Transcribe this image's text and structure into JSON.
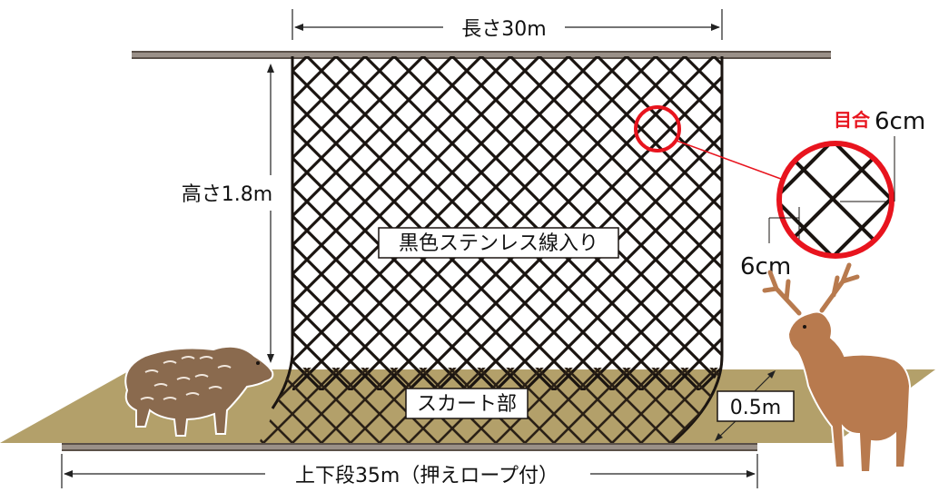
{
  "labels": {
    "length_top": "長さ30m",
    "height": "高さ1.8m",
    "material": "黒色ステンレス線入り",
    "skirt": "スカート部",
    "skirt_width": "0.5m",
    "bottom_length": "上下段35m（押えロープ付）",
    "mesh_title": "目合",
    "mesh_horizontal": "6cm",
    "mesh_vertical": "6cm"
  },
  "colors": {
    "net": "#1a1410",
    "ground": "#b3a06a",
    "mesh_highlight": "#e8141e",
    "mesh_title": "#e8141e",
    "boar": "#8a6a4e",
    "deer": "#b87a4e"
  },
  "icons": {
    "boar": "wild-boar-icon",
    "deer": "deer-icon"
  }
}
